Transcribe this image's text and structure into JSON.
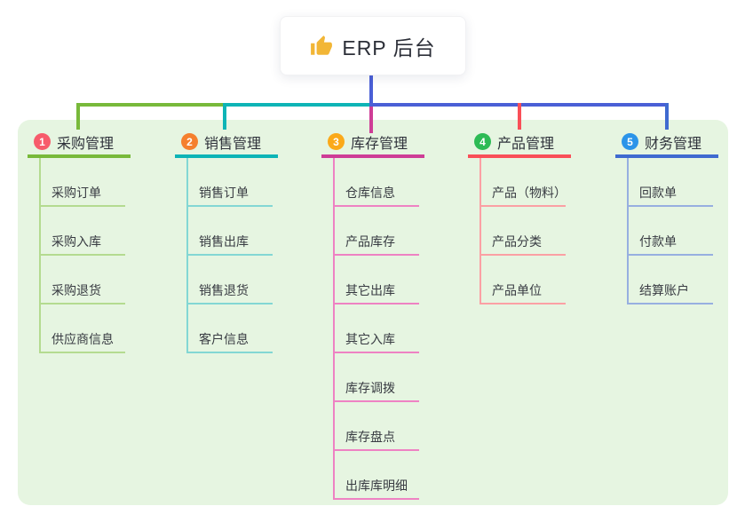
{
  "root": {
    "title": "ERP 后台",
    "icon": "thumbs-up"
  },
  "colors": {
    "canvas_bg": "#ffffff",
    "panel_bg": "#e6f5e1",
    "root_connector": "#4a5fd6",
    "text_dark": "#2f323b"
  },
  "branches": [
    {
      "number": "1",
      "label": "采购管理",
      "line_color": "#78b93a",
      "child_line_color": "#b4db90",
      "badge_color": "#f75b6b",
      "children": [
        "采购订单",
        "采购入库",
        "采购退货",
        "供应商信息"
      ]
    },
    {
      "number": "2",
      "label": "销售管理",
      "line_color": "#0db4b6",
      "child_line_color": "#83d7d4",
      "badge_color": "#f5802e",
      "children": [
        "销售订单",
        "销售出库",
        "销售退货",
        "客户信息"
      ]
    },
    {
      "number": "3",
      "label": "库存管理",
      "line_color": "#ce3d96",
      "child_line_color": "#ee82c3",
      "badge_color": "#fba919",
      "children": [
        "仓库信息",
        "产品库存",
        "其它出库",
        "其它入库",
        "库存调拨",
        "库存盘点",
        "出库库明细"
      ]
    },
    {
      "number": "4",
      "label": "产品管理",
      "line_color": "#f94f58",
      "child_line_color": "#fba0a4",
      "badge_color": "#2dbb55",
      "children": [
        "产品（物料）",
        "产品分类",
        "产品单位"
      ]
    },
    {
      "number": "5",
      "label": "财务管理",
      "line_color": "#3f6ad0",
      "child_line_color": "#97afe0",
      "badge_color": "#2b94e9",
      "children": [
        "回款单",
        "付款单",
        "结算账户"
      ]
    }
  ]
}
